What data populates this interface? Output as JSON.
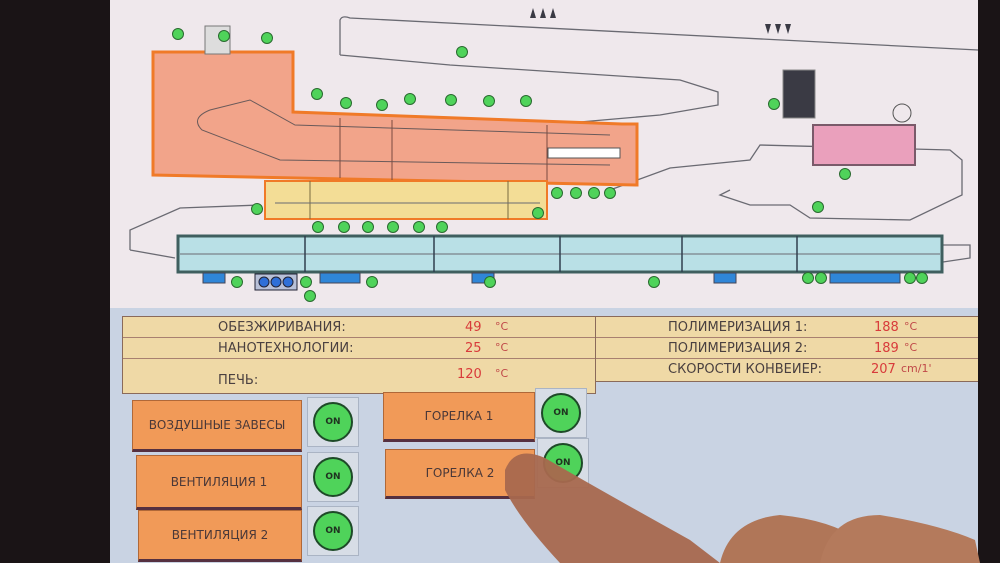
{
  "readouts_left": [
    {
      "label": "ОБЕЗЖИРИВАНИЯ:",
      "value": "49",
      "unit": "°C"
    },
    {
      "label": "НАНОТЕХНОЛОГИИ:",
      "value": "25",
      "unit": "°C"
    },
    {
      "label": "ПЕЧЬ:",
      "value": "120",
      "unit": "°C"
    }
  ],
  "readouts_right": [
    {
      "label": "ПОЛИМЕРИЗАЦИЯ 1:",
      "value": "188",
      "unit": "°C"
    },
    {
      "label": "ПОЛИМЕРИЗАЦИЯ 2:",
      "value": "189",
      "unit": "°C"
    },
    {
      "label": "СКОРОСТИ КОНВЕИЕР:",
      "value": "207",
      "unit": "cm/1'"
    }
  ],
  "controls": [
    {
      "label": "ВОЗДУШНЫЕ ЗАВЕСЫ",
      "state": "ON"
    },
    {
      "label": "ВЕНТИЛЯЦИЯ 1",
      "state": "ON"
    },
    {
      "label": "ВЕНТИЛЯЦИЯ 2",
      "state": "ON"
    },
    {
      "label": "ГОРЕЛКА 1",
      "state": "ON"
    },
    {
      "label": "ГОРЕЛКА 2",
      "state": "ON"
    }
  ],
  "colors": {
    "furnace": "#f2a48a",
    "furnace_border": "#f07a28",
    "dryer": "#f3dd96",
    "pretreatment_tunnel": "#b9e0e6",
    "curing_box": "#eaa0bc",
    "indicator_on": "#4fd35a",
    "button": "#f19a58",
    "value_text": "#d83b3b"
  }
}
